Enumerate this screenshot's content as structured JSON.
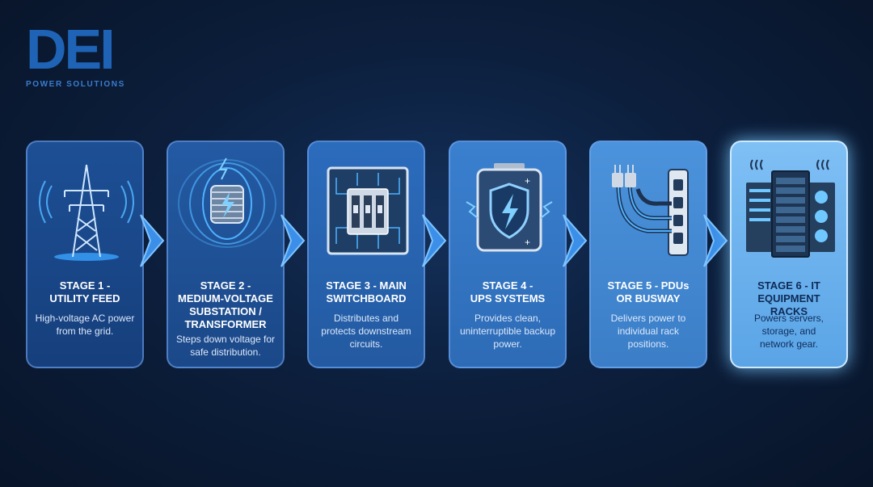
{
  "logo": {
    "mark": "DEI",
    "subtitle": "POWER SOLUTIONS"
  },
  "stages": [
    {
      "title": "STAGE 1 -\nUTILITY FEED",
      "description": "High-voltage AC power from the grid.",
      "icon": "transmission-tower-icon"
    },
    {
      "title": "STAGE 2 -\nMEDIUM-VOLTAGE SUBSTATION / TRANSFORMER",
      "description": "Steps down voltage for safe distribution.",
      "icon": "transformer-icon"
    },
    {
      "title": "STAGE 3 - MAIN SWITCHBOARD",
      "description": "Distributes and protects downstream circuits.",
      "icon": "switchboard-icon"
    },
    {
      "title": "STAGE 4 -\nUPS SYSTEMS",
      "description": "Provides clean, uninterruptible backup power.",
      "icon": "ups-battery-icon"
    },
    {
      "title": "STAGE 5 - PDUs OR BUSWAY",
      "description": "Delivers power to individual rack positions.",
      "icon": "pdu-power-strip-icon"
    },
    {
      "title": "STAGE 6 - IT EQUIPMENT RACKS",
      "description": "Powers servers, storage, and network gear.",
      "icon": "server-rack-icon"
    }
  ],
  "colors": {
    "background": "#0c1f3d",
    "logo": "#1e63b5",
    "arrow": "#3b8fe8",
    "highlight": "#7fc0f5"
  }
}
